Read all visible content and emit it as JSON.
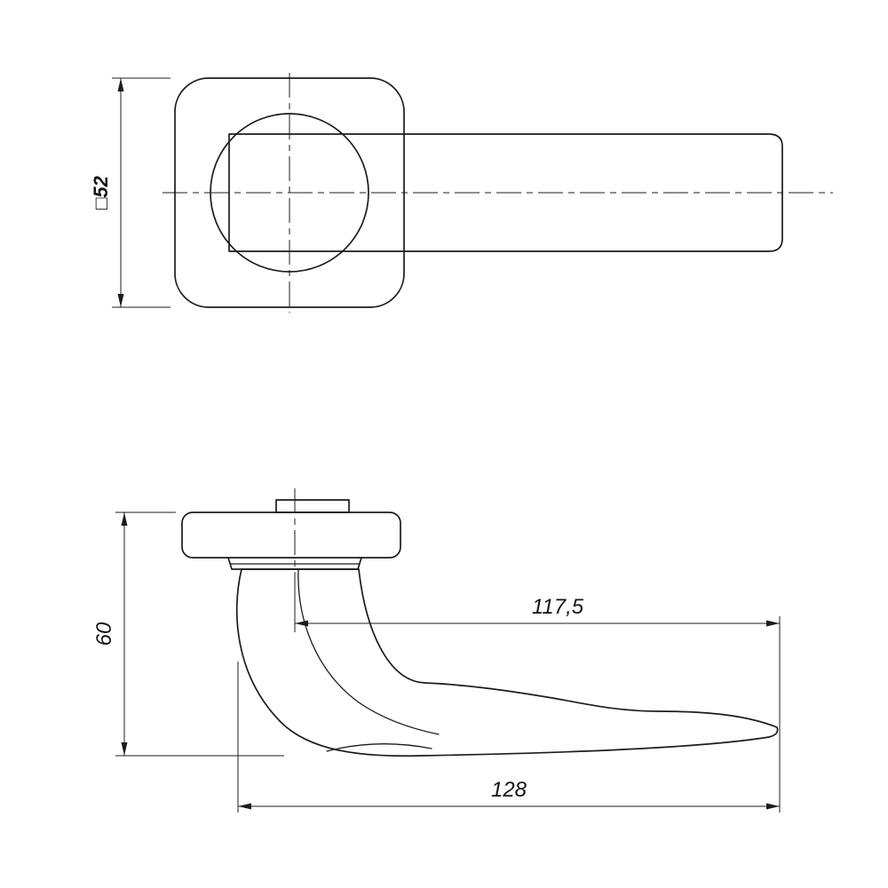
{
  "drawing": {
    "kind": "technical-drawing",
    "colors": {
      "line": "#1c1c1c",
      "background": "#ffffff"
    },
    "front_view": {
      "dim_rosette_square": "□52"
    },
    "side_view": {
      "dim_height": "60",
      "dim_grip_reach": "117,5",
      "dim_total_length": "128"
    }
  }
}
